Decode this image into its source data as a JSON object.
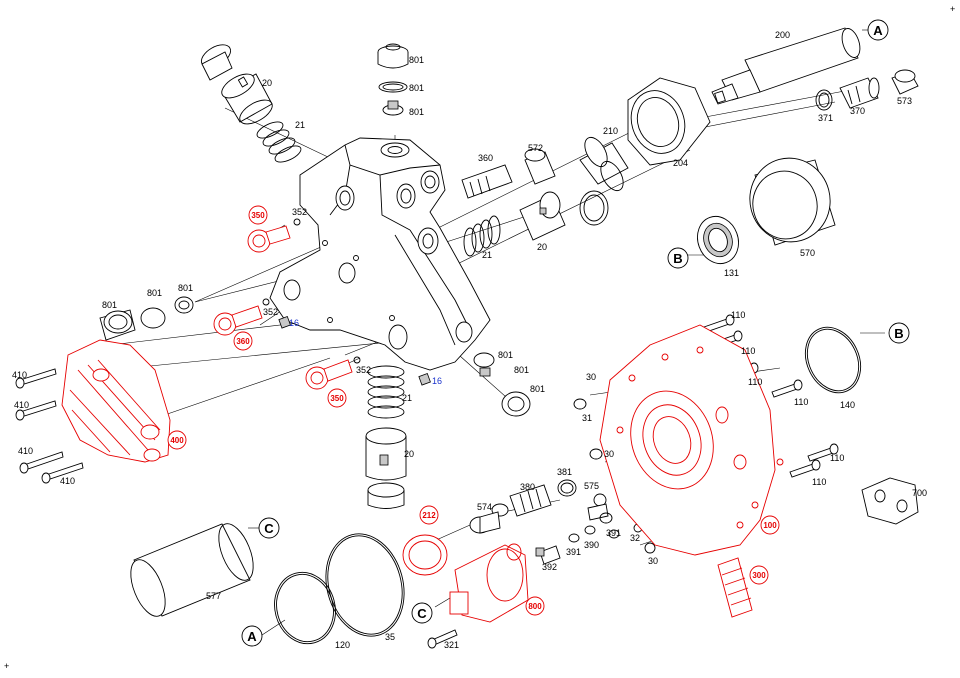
{
  "colors": {
    "line": "#000000",
    "highlight": "#e60000",
    "blue_label": "#1a33cc",
    "background": "#ffffff"
  },
  "references": {
    "a_top": "A",
    "a_bottom": "A",
    "b_right": "B",
    "b_left": "B",
    "c_right": "C",
    "c_lower": "C"
  },
  "parts": {
    "p20a": "20",
    "p21a": "21",
    "p801a": "801",
    "p801b": "801",
    "p801c": "801",
    "p200": "200",
    "p371": "371",
    "p370": "370",
    "p573": "573",
    "p572": "572",
    "p210": "210",
    "p204": "204",
    "p360": "360",
    "p20b": "20",
    "p21b": "21",
    "p131": "131",
    "p570": "570",
    "p352a": "352",
    "p352b": "352",
    "p352c": "352",
    "p801d": "801",
    "p801e": "801",
    "p801f": "801",
    "p16a": "16",
    "p16b": "16",
    "p801g": "801",
    "p801h": "801",
    "p801i": "801",
    "p410a": "410",
    "p410b": "410",
    "p410c": "410",
    "p410d": "410",
    "p21c": "21",
    "p20c": "20",
    "p110a": "110",
    "p110b": "110",
    "p110c": "110",
    "p110d": "110",
    "p110e": "110",
    "p110f": "110",
    "p140": "140",
    "p30a": "30",
    "p31": "31",
    "p30b": "30",
    "p30c": "30",
    "p32": "32",
    "p381": "381",
    "p380": "380",
    "p575": "575",
    "p574": "574",
    "p391a": "391",
    "p391b": "391",
    "p390": "390",
    "p392": "392",
    "p700": "700",
    "p577": "577",
    "p120": "120",
    "p35": "35",
    "p321": "321"
  },
  "highlighted_parts": {
    "h350a": "350",
    "h360": "360",
    "h350b": "350",
    "h400": "400",
    "h212": "212",
    "h100": "100",
    "h300": "300",
    "h800": "800"
  },
  "corner_marks": {
    "top_right": "+",
    "bottom_left": "+"
  }
}
